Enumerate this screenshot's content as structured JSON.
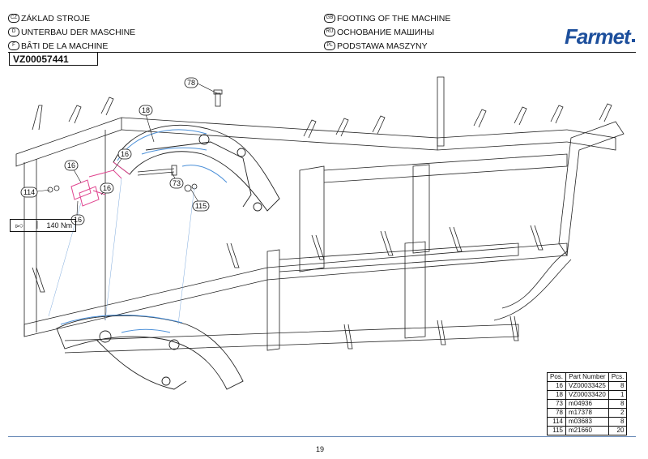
{
  "header": {
    "left": [
      {
        "code": "CZ",
        "text": "ZÁKLAD STROJE"
      },
      {
        "code": "D",
        "text": "UNTERBAU DER MASCHINE"
      },
      {
        "code": "F",
        "text": "BÂTI DE LA MACHINE"
      }
    ],
    "right": [
      {
        "code": "GB",
        "text": "FOOTING OF THE MACHINE"
      },
      {
        "code": "RU",
        "text": "ОСНОВАНИЕ МАШИНЫ"
      },
      {
        "code": "PL",
        "text": "PODSTAWA MASZYNY"
      }
    ],
    "document_id": "VZ00057441",
    "brand": "Farmet"
  },
  "callouts": [
    "78",
    "18",
    "16",
    "16",
    "16",
    "16",
    "114",
    "73",
    "115"
  ],
  "torque": {
    "value": "140 Nm"
  },
  "parts_table": {
    "headers": [
      "Pos.",
      "Part Number",
      "Pcs."
    ],
    "rows": [
      [
        "16",
        "VZ00033425",
        "8"
      ],
      [
        "18",
        "VZ00033420",
        "1"
      ],
      [
        "73",
        "m04936",
        "8"
      ],
      [
        "78",
        "m17378",
        "2"
      ],
      [
        "114",
        "m03683",
        "8"
      ],
      [
        "115",
        "m21660",
        "20"
      ]
    ]
  },
  "page_number": "19",
  "colors": {
    "brand": "#1d4f9c",
    "highlight_blue": "#4a8fd8",
    "highlight_pink": "#e0458f"
  }
}
